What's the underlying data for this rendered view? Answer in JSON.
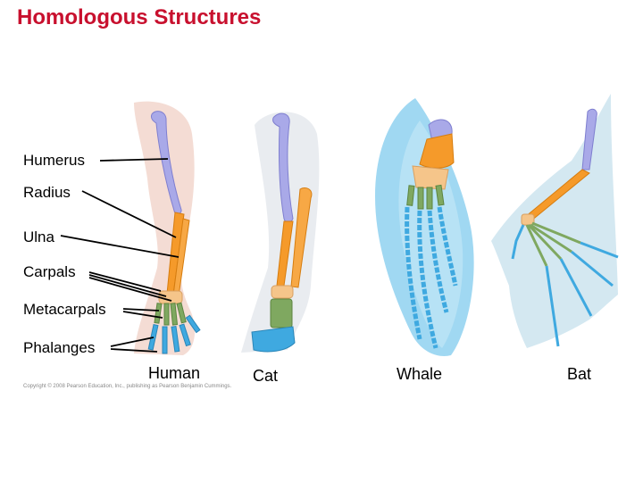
{
  "title": "Homologous Structures",
  "labels": {
    "humerus": "Humerus",
    "radius": "Radius",
    "ulna": "Ulna",
    "carpals": "Carpals",
    "metacarpals": "Metacarpals",
    "phalanges": "Phalanges"
  },
  "captions": {
    "human": "Human",
    "cat": "Cat",
    "whale": "Whale",
    "bat": "Bat"
  },
  "copyright": "Copyright © 2008 Pearson Education, Inc., publishing as Pearson Benjamin Cummings.",
  "colors": {
    "title": "#c8102e",
    "humerus": "#a9a9e8",
    "radius_ulna": "#f59a2a",
    "carpals": "#f5c58a",
    "metacarpals": "#7fa860",
    "phalanges": "#3fa9e0",
    "human_skin": "#f3d8cf",
    "cat_fur": "#e8ebef",
    "whale_body": "#8fd1f0",
    "bat_wing": "#cfe6ef"
  }
}
